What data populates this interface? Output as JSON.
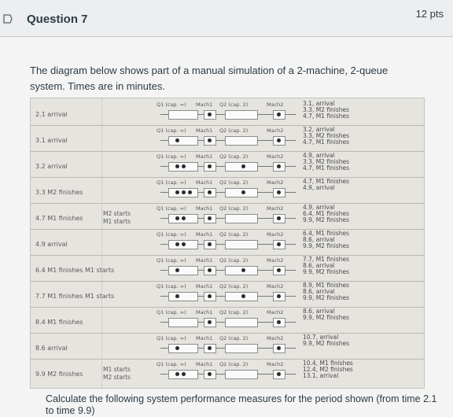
{
  "question": {
    "title": "Question 7",
    "points": "12 pts"
  },
  "intro": "The diagram below shows part of a manual simulation of a 2-machine, 2-queue system. Times are in minutes.",
  "diagram": {
    "headers": {
      "q1": "Q1 (cap. ∞)",
      "mach1": "Mach1",
      "q2": "Q2 (cap. 2)",
      "mach2": "Mach2"
    },
    "rows": [
      {
        "left": "2.1  arrival",
        "mid": "",
        "right": "3.1, arrival\n3.3, M2 finishes\n4.7, M1 finishes"
      },
      {
        "left": "3.1  arrival",
        "mid": "",
        "right": "3.2, arrival\n3.3, M2 finishes\n4.7, M1 finishes"
      },
      {
        "left": "3.2  arrival",
        "mid": "",
        "right": "4.9, arrival\n3.3, M2 finishes\n4.7, M1 finishes"
      },
      {
        "left": "3.3  M2 finishes",
        "mid": "",
        "right": "4.7, M1 finishes\n4.9, arrival"
      },
      {
        "left": "4.7  M1 finishes",
        "mid": "M2 starts\nM1 starts",
        "right": "4.9, arrival\n6.4, M1 finishes\n9.9, M2 finishes"
      },
      {
        "left": "4.9  arrival",
        "mid": "",
        "right": "6.4, M1 finishes\n8.6, arrival\n9.9, M2 finishes"
      },
      {
        "left": "6.4  M1 finishes  M1 starts",
        "mid": "",
        "right": "7.7, M1 finishes\n8.6, arrival\n9.9, M2 finishes"
      },
      {
        "left": "7.7  M1 finishes  M1 starts",
        "mid": "",
        "right": "8.9, M1 finishes\n8.6, arrival\n9.9, M2 finishes"
      },
      {
        "left": "8.4  M1 finishes",
        "mid": "",
        "right": "8.6, arrival\n9.9, M2 finishes"
      },
      {
        "left": "8.6  arrival",
        "mid": "",
        "right": "10.7, arrival\n9.9, M2 finishes"
      },
      {
        "left": "9.9  M2 finishes",
        "mid": "M1 starts\nM2 starts",
        "right": "10.4, M1 finishes\n12.4, M2 finishes\n13.1, arrival"
      }
    ]
  },
  "prompt": "Calculate the following system performance measures for the period shown (from time 2.1 to time 9.9)"
}
